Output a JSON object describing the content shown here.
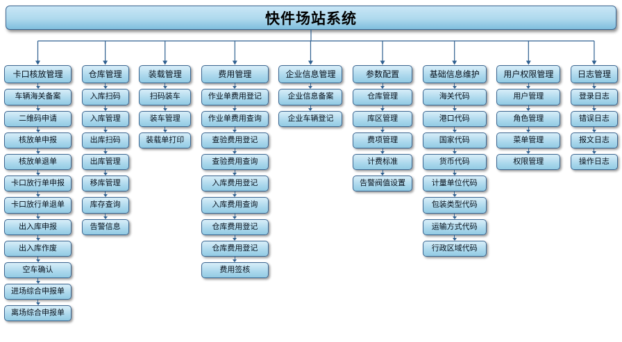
{
  "root": {
    "title": "快件场站系统"
  },
  "branches": [
    {
      "label": "卡口核放管理",
      "items": [
        "车辆海关备案",
        "二维码申请",
        "核放单申报",
        "核放单退单",
        "卡口放行单申报",
        "卡口放行单退单",
        "出入库申报",
        "出入库作废",
        "空车确认",
        "进场综合申报单",
        "离场综合申报单"
      ]
    },
    {
      "label": "仓库管理",
      "items": [
        "入库扫码",
        "入库管理",
        "出库扫码",
        "出库管理",
        "移库管理",
        "库存查询",
        "告警信息"
      ]
    },
    {
      "label": "装载管理",
      "items": [
        "扫码装车",
        "装车管理",
        "装载单打印"
      ]
    },
    {
      "label": "费用管理",
      "items": [
        "作业单费用登记",
        "作业单费用查询",
        "查验费用登记",
        "查验费用查询",
        "入库费用登记",
        "入库费用查询",
        "仓库费用登记",
        "仓库费用登记",
        "费用签核"
      ]
    },
    {
      "label": "企业信息管理",
      "items": [
        "企业信息备案",
        "企业车辆登记"
      ]
    },
    {
      "label": "参数配置",
      "items": [
        "仓库管理",
        "库区管理",
        "费项管理",
        "计费标准",
        "告警阀值设置"
      ]
    },
    {
      "label": "基础信息维护",
      "items": [
        "海关代码",
        "港口代码",
        "国家代码",
        "货币代码",
        "计量单位代码",
        "包装类型代码",
        "运输方式代码",
        "行政区域代码"
      ]
    },
    {
      "label": "用户权限管理",
      "items": [
        "用户管理",
        "角色管理",
        "菜单管理",
        "权限管理"
      ]
    },
    {
      "label": "日志管理",
      "items": [
        "登录日志",
        "错误日志",
        "报文日志",
        "操作日志"
      ]
    }
  ],
  "colors": {
    "node_top": "#d8eef9",
    "node_mid": "#aed9ed",
    "node_bot": "#92cbe4",
    "root_top": "#c9e6f6",
    "root_bot": "#7fbddd",
    "node_border": "#39648f",
    "connector": "#2e5f8f"
  }
}
